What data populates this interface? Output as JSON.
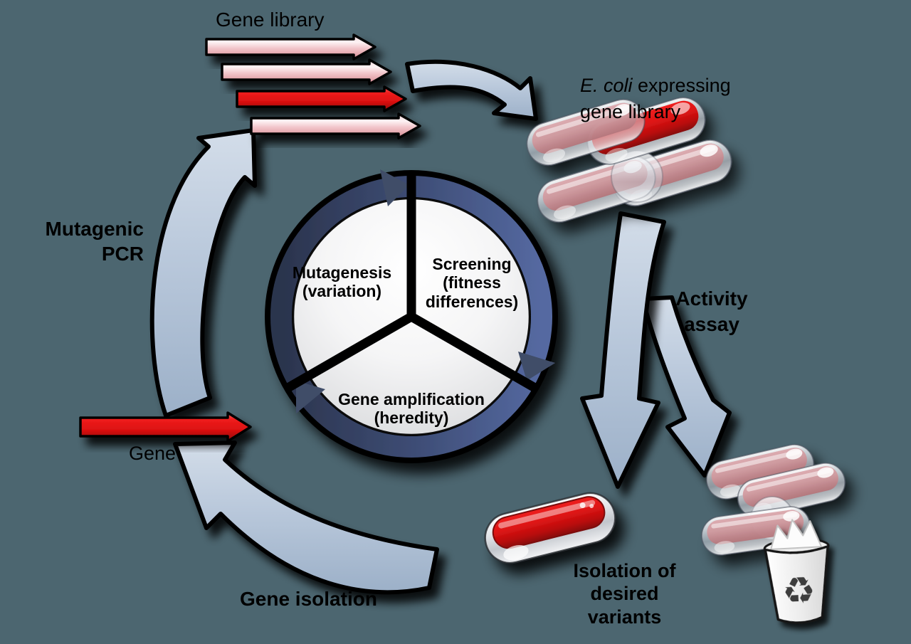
{
  "background_color": "#4C6670",
  "labels": {
    "gene_library": "Gene library",
    "ecoli_italic": "E. coli",
    "ecoli_rest": " expressing",
    "ecoli_line2": "gene library",
    "mutagenic_pcr": "Mutagenic\nPCR",
    "activity_assay": "Activity\nassay",
    "gene": "Gene",
    "gene_isolation": "Gene isolation",
    "isolation_of_desired_variants": "Isolation of\ndesired\nvariants"
  },
  "center_cycle": {
    "segments": [
      {
        "id": "mutagenesis",
        "label": "Mutagenesis\n(variation)"
      },
      {
        "id": "screening",
        "label": "Screening\n(fitness\ndifferences)"
      },
      {
        "id": "gene_amplification",
        "label": "Gene amplification\n(heredity)"
      }
    ]
  },
  "icons": {
    "recycle": "♻"
  },
  "colors": {
    "background": "#4C6670",
    "cycle_arrow_fill": "#B9C7DA",
    "ring_blue": "#46619B",
    "ring_blue_dark": "#2B344D",
    "pie_fill": "#F4F4F5",
    "red": "#DD1414",
    "library_arrow_pink": "#F2CDD1",
    "capsule_pink": "#CF989D",
    "text": "#000000",
    "outline": "#000000",
    "trash_white": "#F2F2F2"
  }
}
